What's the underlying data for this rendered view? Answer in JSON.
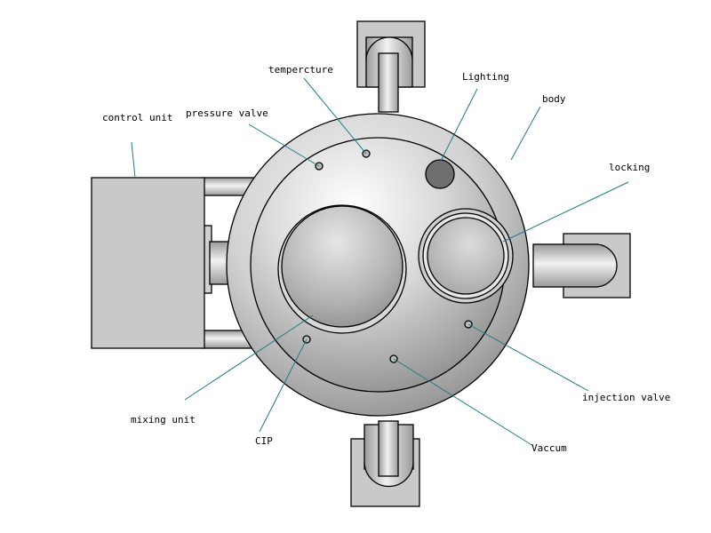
{
  "labels": {
    "control_unit": "control unit",
    "pressure_valve": "pressure valve",
    "temperature": "tempercture",
    "lighting": "Lighting",
    "body": "body",
    "locking": "locking",
    "mixing_unit": "mixing unit",
    "cip": "CIP",
    "vacuum": "Vaccum",
    "injection_valve": "injection valve"
  },
  "colors": {
    "leader_line": "#1f7a8a",
    "metal_light": "#f4f4f4",
    "metal_mid": "#c8c8c8",
    "metal_dark": "#7a7a7a",
    "box_fill": "#c9c9c9"
  }
}
